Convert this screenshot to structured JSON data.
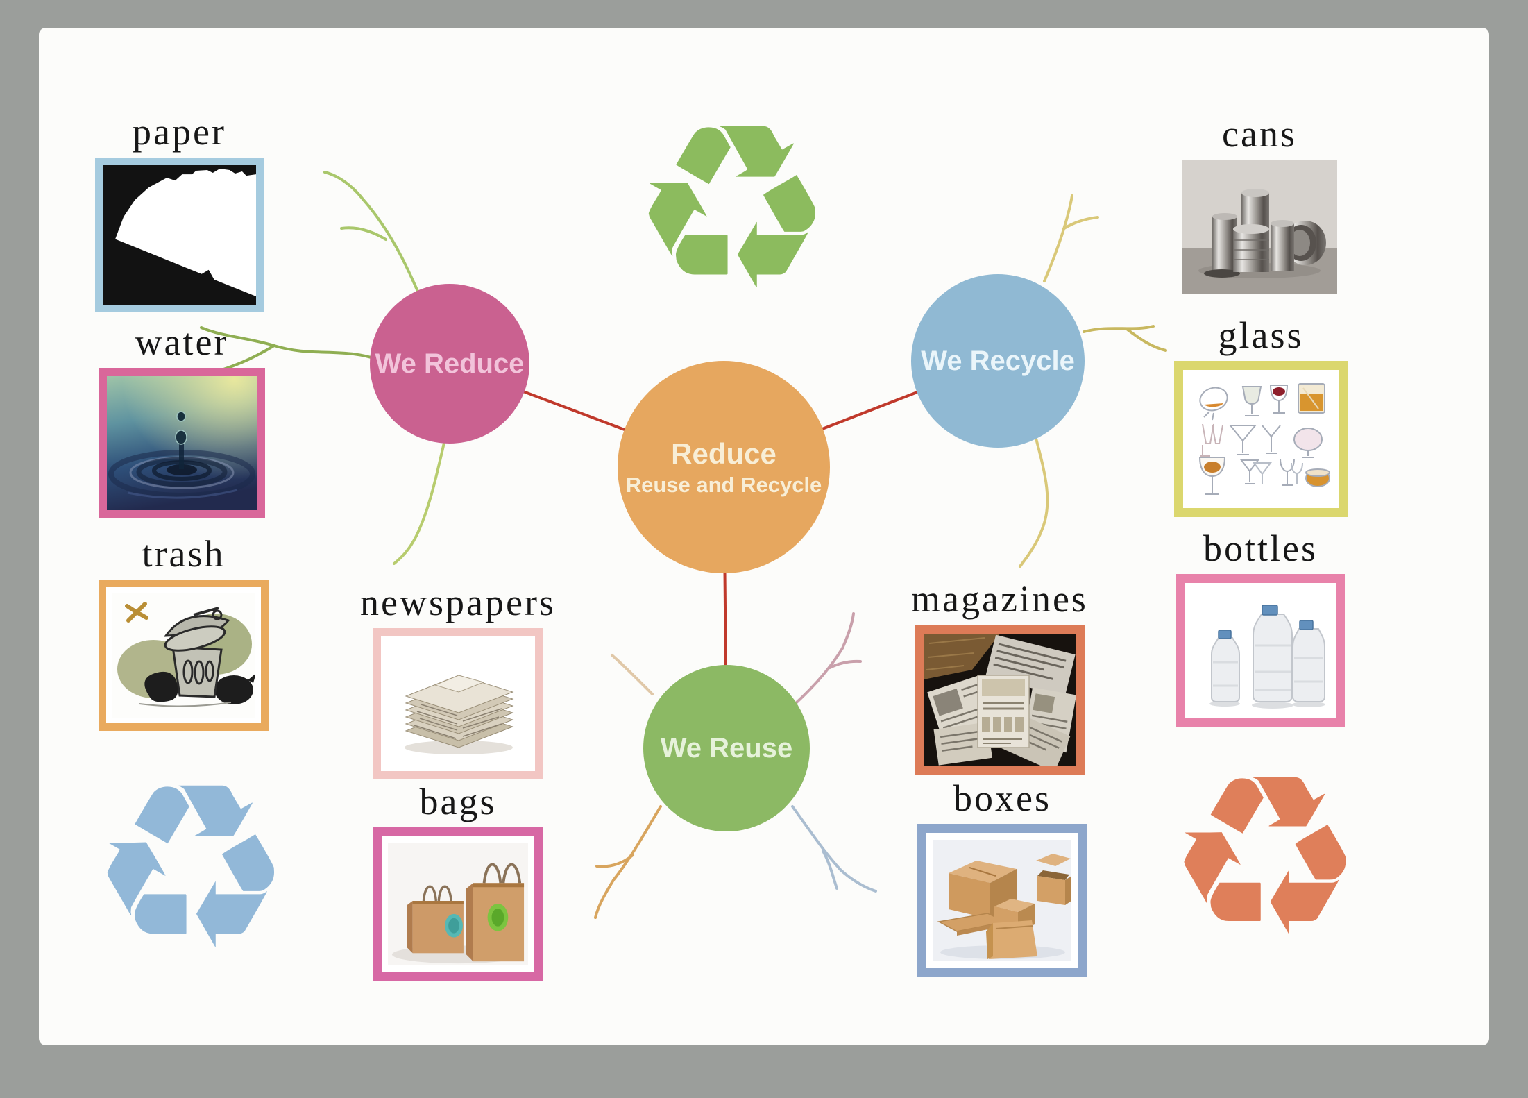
{
  "poster_title": "Reduce Reuse and Recycle",
  "center_node": {
    "line1": "Reduce",
    "line2": "Reuse and Recycle",
    "fill": "#e6a75f",
    "text_color": "#f8eed6"
  },
  "nodes": [
    {
      "label": "We Reduce",
      "fill": "#ca6190"
    },
    {
      "label": "We Recycle",
      "fill": "#90b9d3"
    },
    {
      "label": "We Reuse",
      "fill": "#8cb964"
    }
  ],
  "cards": [
    {
      "label": "paper",
      "frame_color": "#a5cbdf"
    },
    {
      "label": "water",
      "frame_color": "#d9679a"
    },
    {
      "label": "trash",
      "frame_color": "#e9aa5e"
    },
    {
      "label": "newspapers",
      "frame_color": "#f2c6c3"
    },
    {
      "label": "bags",
      "frame_color": "#d768a4"
    },
    {
      "label": "magazines",
      "frame_color": "#dd7b57"
    },
    {
      "label": "boxes",
      "frame_color": "#8da6cb"
    },
    {
      "label": "cans",
      "frame_color": "none"
    },
    {
      "label": "glass",
      "frame_color": "#dbd76e"
    },
    {
      "label": "bottles",
      "frame_color": "#e882aa"
    }
  ],
  "recycle_symbols": [
    {
      "name": "recycle-symbol-green",
      "glyph": "♻",
      "color": "#8cbb5e"
    },
    {
      "name": "recycle-symbol-blue",
      "glyph": "♻",
      "color": "#92b8d8"
    },
    {
      "name": "recycle-symbol-orange",
      "glyph": "♻",
      "color": "#df7f5a"
    }
  ],
  "connector_color": "#c0392b",
  "background_color": "#9b9e9b",
  "panel_color": "#fcfcfa"
}
